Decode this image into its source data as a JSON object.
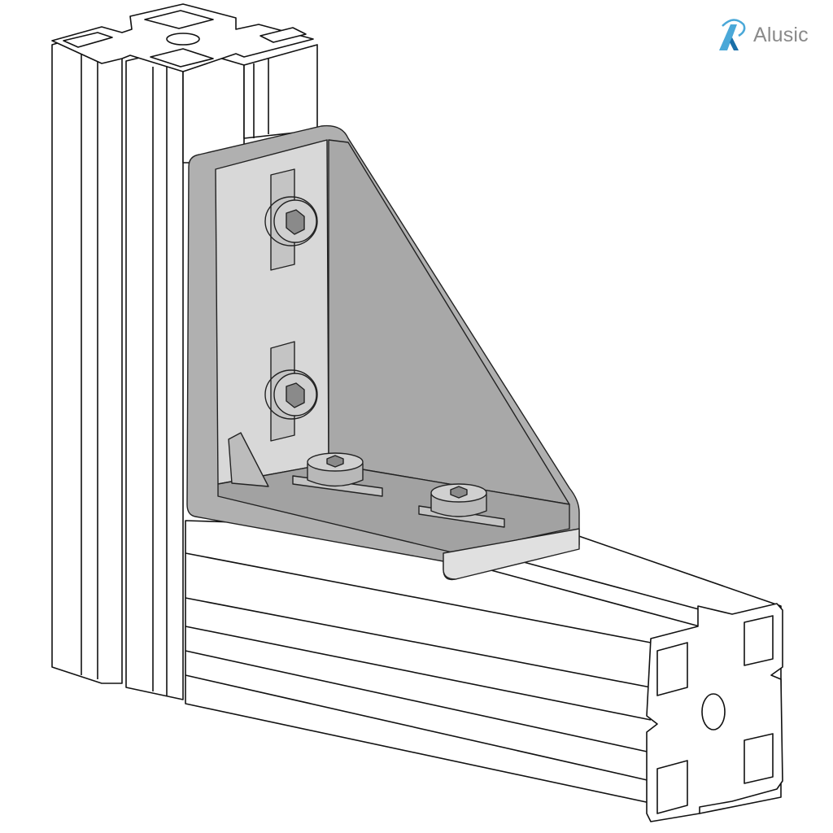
{
  "brand": {
    "name": "Alusic",
    "logo_icon": "letter-a-swoosh-logo",
    "colors": {
      "primary": "#4aa8d8",
      "secondary": "#1a6fa8",
      "text": "#8a8a8a"
    }
  },
  "product": {
    "subject": "aluminum corner bracket with screws mounted on two T-slot extrusion profiles",
    "colors": {
      "bracket": "#b4b4b4",
      "bracket_face": "#d6d6d6",
      "bracket_dark": "#9a9a9a",
      "line": "#111111",
      "profile": "#ffffff"
    }
  }
}
